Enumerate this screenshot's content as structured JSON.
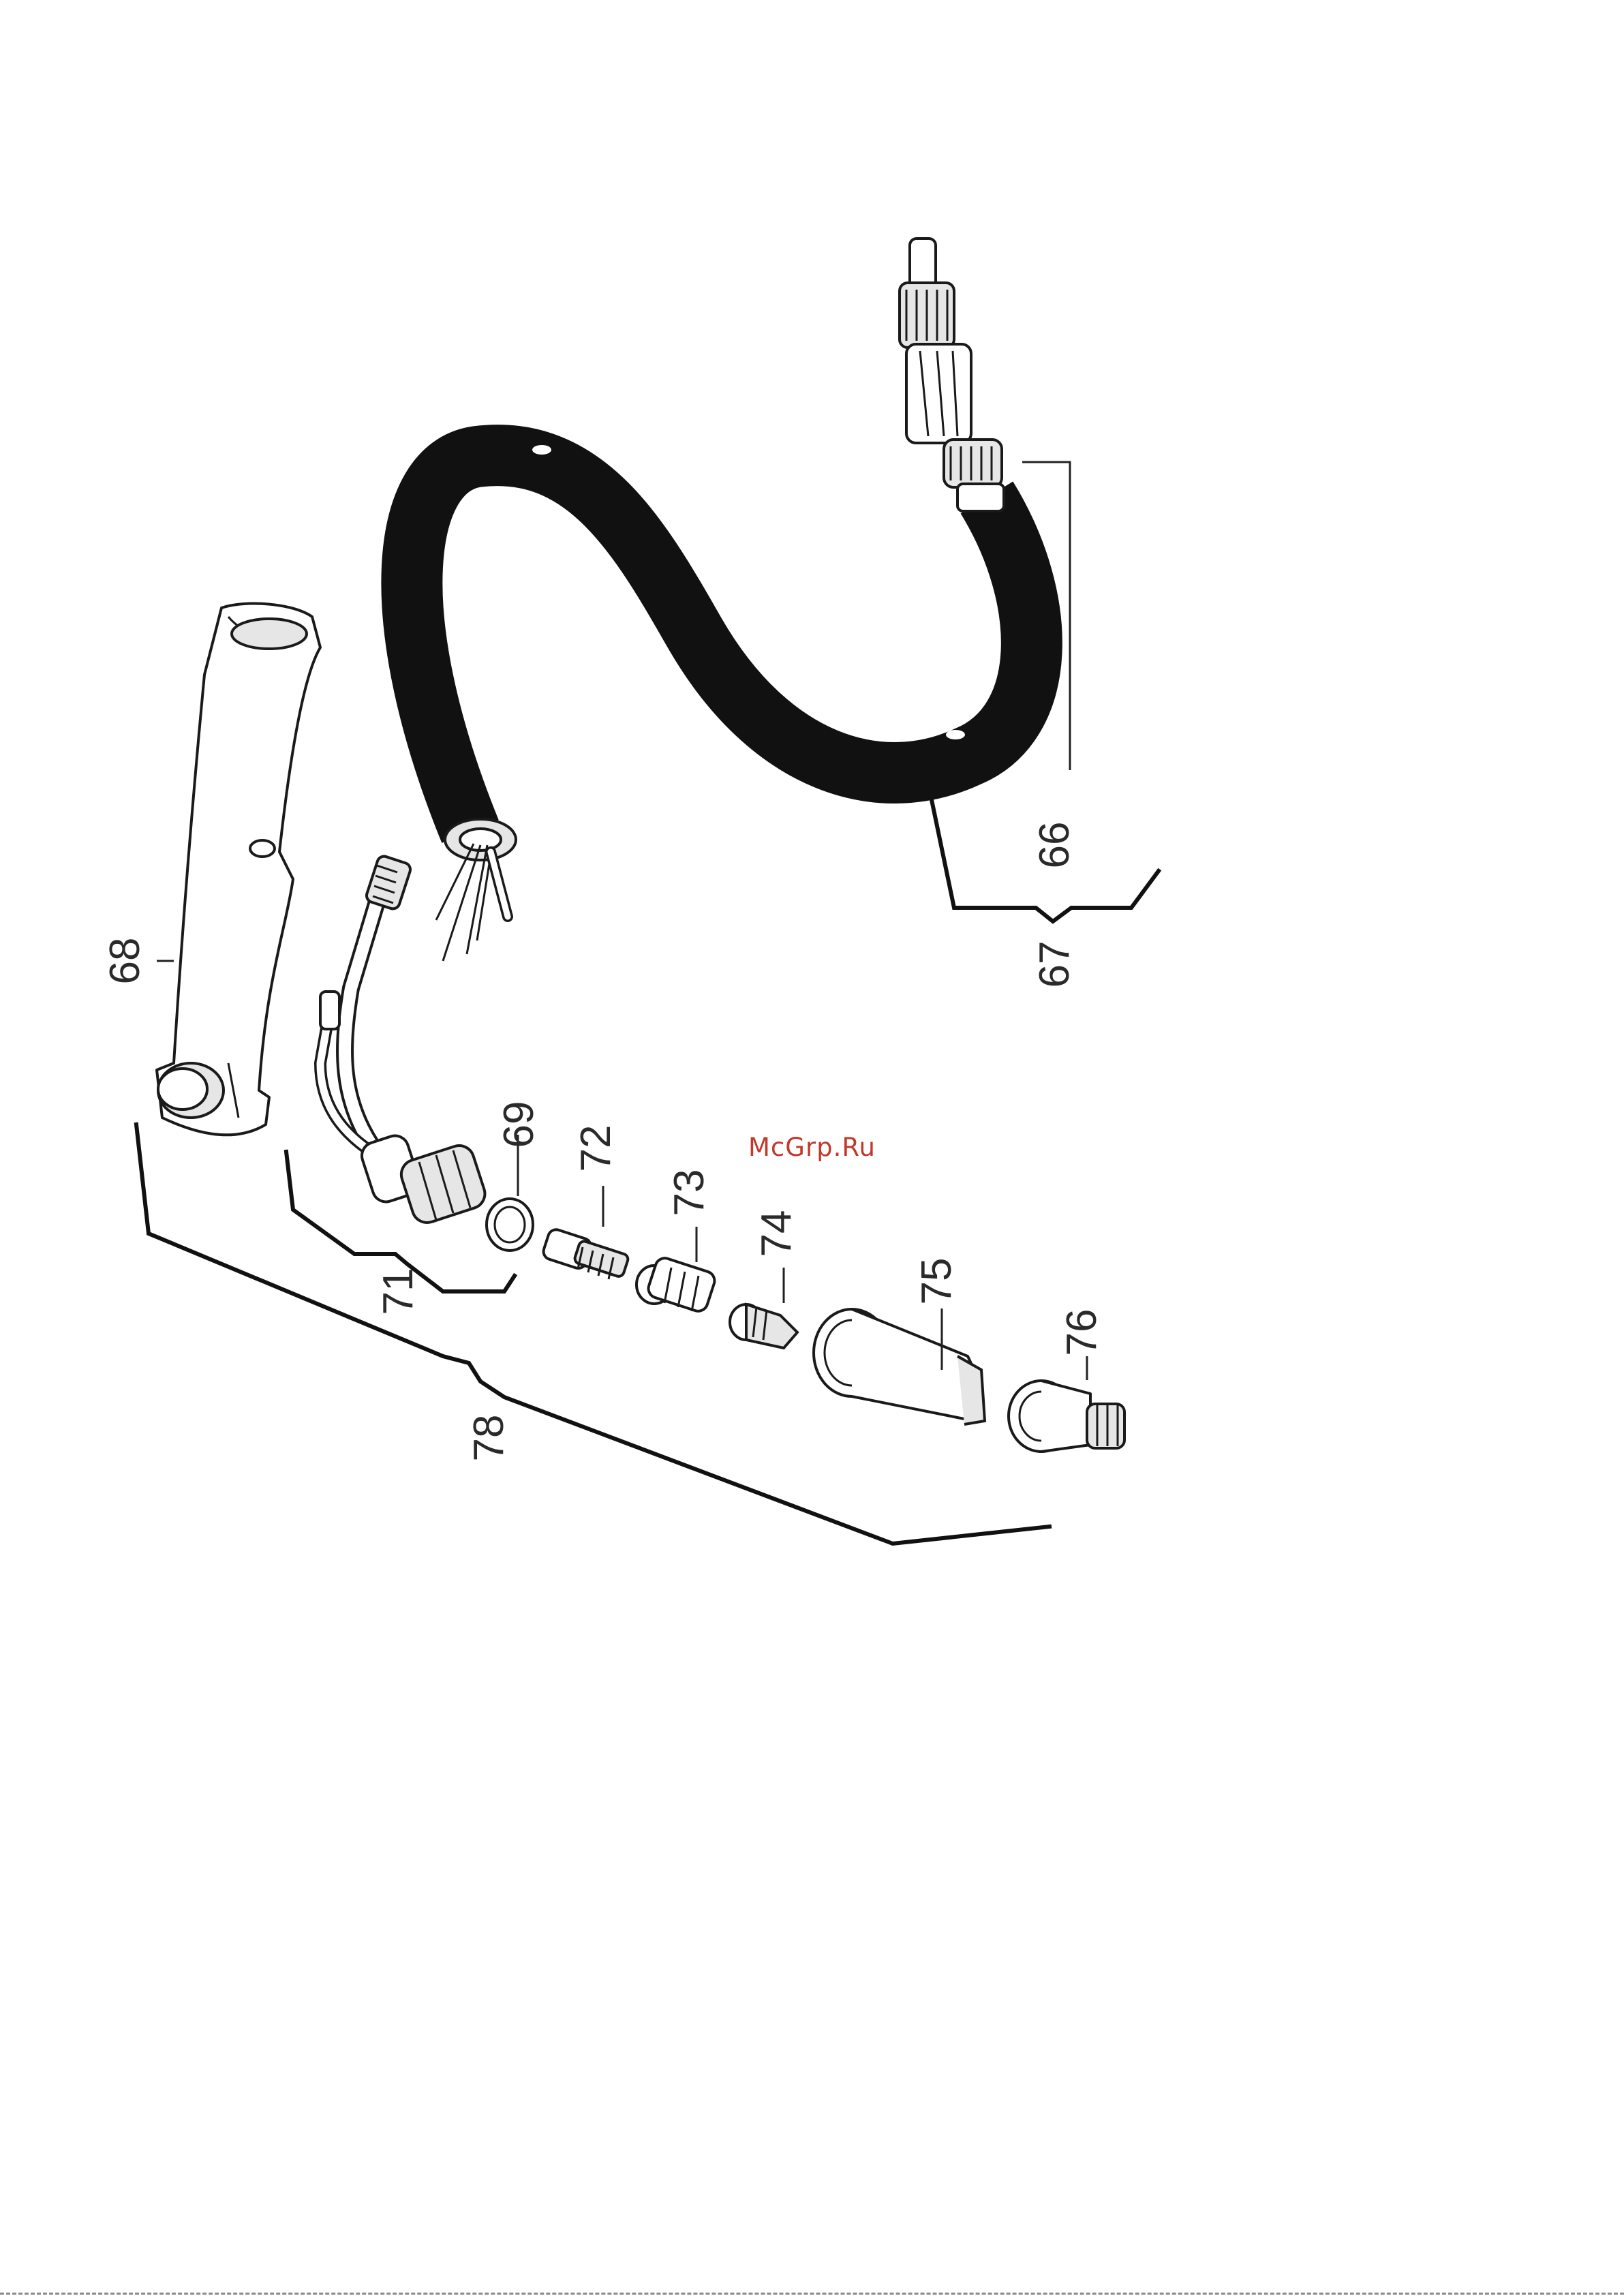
{
  "watermark": "McGrp.Ru",
  "parts": {
    "p66": "66",
    "p67": "67",
    "p68": "68",
    "p69": "69",
    "p71": "71",
    "p72": "72",
    "p73": "73",
    "p74": "74",
    "p75": "75",
    "p76": "76",
    "p78": "78"
  }
}
